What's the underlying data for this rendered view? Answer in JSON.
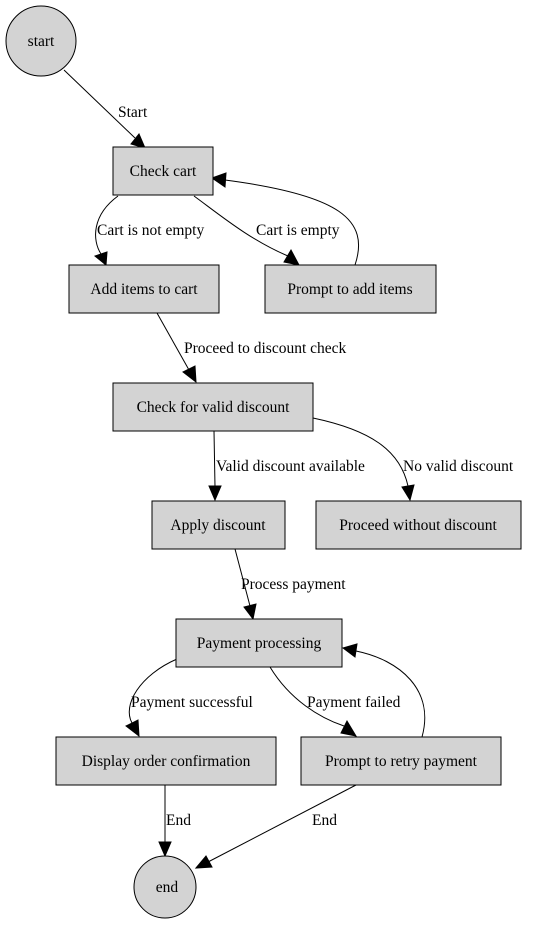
{
  "diagram": {
    "nodes": {
      "start": "start",
      "check_cart": "Check cart",
      "add_items": "Add items to cart",
      "prompt_add": "Prompt to add items",
      "check_discount": "Check for valid discount",
      "apply_discount": "Apply discount",
      "no_discount": "Proceed without discount",
      "payment_processing": "Payment processing",
      "confirmation": "Display order confirmation",
      "retry_payment": "Prompt to retry payment",
      "end": "end"
    },
    "edges": {
      "start_to_check": "Start",
      "cart_not_empty": "Cart is not empty",
      "cart_empty": "Cart is empty",
      "proceed_discount_check": "Proceed to discount check",
      "valid_discount": "Valid discount available",
      "no_valid_discount": "No valid discount",
      "process_payment": "Process payment",
      "payment_successful": "Payment successful",
      "payment_failed": "Payment failed",
      "end_from_confirmation": "End",
      "end_from_retry": "End"
    },
    "colors": {
      "node_fill": "#d3d3d3",
      "stroke": "#000000",
      "background": "#ffffff"
    }
  }
}
